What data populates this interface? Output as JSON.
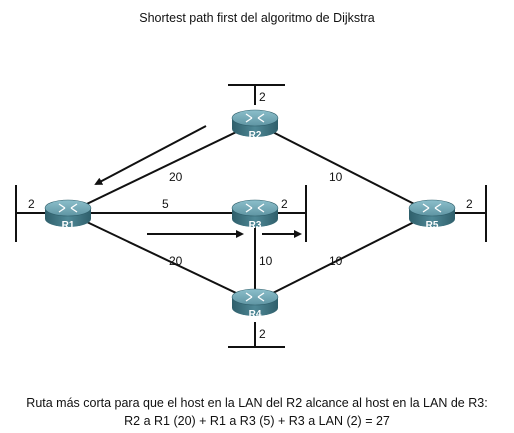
{
  "title": "Shortest path first del algoritmo de Dijkstra",
  "routers": {
    "r1": "R1",
    "r2": "R2",
    "r3": "R3",
    "r4": "R4",
    "r5": "R5"
  },
  "link_costs": {
    "r1_r2": "20",
    "r1_r3": "5",
    "r1_r4": "20",
    "r2_r5": "10",
    "r3_r4": "10",
    "r4_r5": "10"
  },
  "lan_costs": {
    "r1": "2",
    "r2": "2",
    "r3": "2",
    "r4": "2",
    "r5": "2"
  },
  "caption": {
    "line1": "Ruta más corta para que el host en la LAN del R2 alcance al host en la LAN de R3:",
    "line2": "R2 a R1 (20) + R1 a R3 (5) + R3 a LAN (2) = 27"
  },
  "colors": {
    "router_top": "#6ea3b0",
    "router_side": "#3f7583",
    "link": "#111111"
  }
}
